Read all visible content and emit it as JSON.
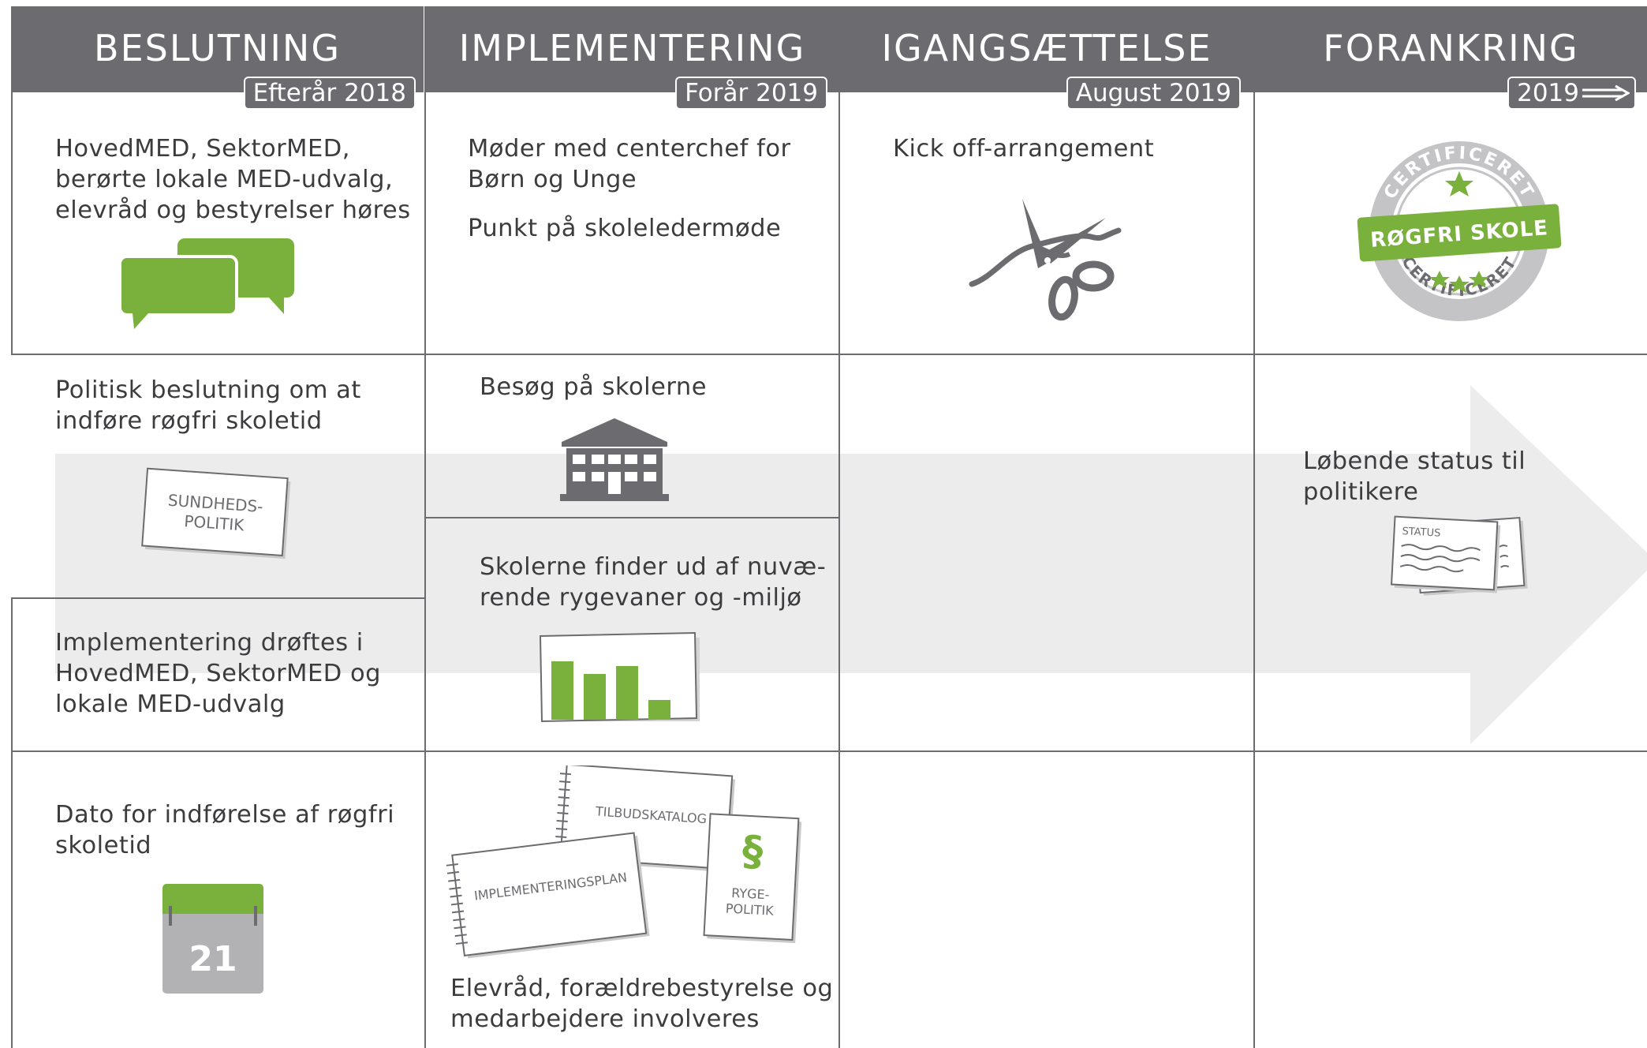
{
  "columns": [
    {
      "title": "BESLUTNING",
      "date": "Efterår 2018"
    },
    {
      "title": "IMPLEMENTERING",
      "date": "Forår 2019"
    },
    {
      "title": "IGANGSÆTTELSE",
      "date": "August 2019"
    },
    {
      "title": "FORANKRING",
      "date": "2019"
    }
  ],
  "cells": {
    "b1": [
      "HovedMED, SektorMED,",
      "berørte lokale MED-udvalg,",
      "elevråd og bestyrelser høres"
    ],
    "b2": [
      "Politisk beslutning om at",
      "indføre røgfri skoletid"
    ],
    "b3": [
      "Implementering drøftes i",
      "HovedMED, SektorMED og",
      "lokale MED-udvalg"
    ],
    "b4": [
      "Dato for indførelse af røgfri",
      "skoletid"
    ],
    "i1a": [
      "Møder med centerchef for",
      "Børn og Unge"
    ],
    "i1b": "Punkt på skoleledermøde",
    "i2": "Besøg på skolerne",
    "i3": [
      "Skolerne finder ud af nuvæ-",
      "rende rygevaner og -miljø"
    ],
    "i4": [
      "Elevråd, forældrebestyrelse og",
      "medarbejdere involveres"
    ],
    "g1": "Kick off-arrangement",
    "f2": "Løbende status til politikere"
  },
  "icons": {
    "sundhed": [
      "SUNDHEDS-",
      "POLITIK"
    ],
    "calendar_day": "21",
    "tilbud": "TILBUDSKATALOG",
    "implplan": "IMPLEMENTERINGSPLAN",
    "paragraph": "§",
    "ryge": [
      "RYGE-",
      "POLITIK"
    ],
    "status": "STATUS",
    "badge_top": "CERTIFICERET",
    "badge_bottom": "CERTIFICERET",
    "badge_main": "RØGFRI SKOLE"
  },
  "colors": {
    "header": "#6c6c70",
    "green": "#7ab03c",
    "arrow": "#ececed",
    "grid": "#6c6c70",
    "text": "#3c3c3e"
  }
}
